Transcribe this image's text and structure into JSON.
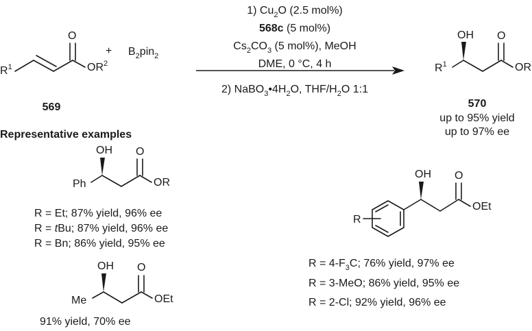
{
  "scheme": {
    "reactant": {
      "R1": "R",
      "R1_sup": "1",
      "R2": "OR",
      "R2_sup": "2",
      "carbonyl_O": "O",
      "number": "569"
    },
    "plus": "+",
    "reagent": {
      "main": "B",
      "sub1": "2",
      "mid": "pin",
      "sub2": "2"
    },
    "conditions": {
      "line1": {
        "prefix": "1) Cu",
        "sub": "2",
        "suffix": "O (2.5 mol%)"
      },
      "line2": {
        "bold": "568c",
        "suffix": " (5 mol%)"
      },
      "line3": {
        "a": "Cs",
        "sub1": "2",
        "b": "CO",
        "sub2": "3",
        "c": " (5 mol%), MeOH"
      },
      "line4": "DME, 0 °C, 4 h",
      "line5": {
        "a": "2) NaBO",
        "sub1": "3",
        "b": "•4H",
        "sub2": "2",
        "c": "O, THF/H",
        "sub3": "2",
        "d": "O 1:1"
      }
    },
    "product": {
      "OH": "OH",
      "R1": "R",
      "R1_sup": "1",
      "R2": "OR",
      "R2_sup": "2",
      "carbonyl_O": "O",
      "number": "570",
      "yield_note": "up to 95% yield",
      "ee_note": "up to 97% ee"
    }
  },
  "examples": {
    "heading": "Representative examples",
    "ex1": {
      "OH": "OH",
      "O": "O",
      "Ph": "Ph",
      "OR": "OR",
      "rows": [
        {
          "pre": "R = Et; 87% yield, 96% ee"
        },
        {
          "pre": "R = ",
          "ital": "t",
          "post": "Bu; 87% yield, 96% ee"
        },
        {
          "pre": "R = Bn; 86% yield, 95% ee"
        }
      ]
    },
    "ex2": {
      "OH": "OH",
      "O": "O",
      "Me": "Me",
      "OEt": "OEt",
      "result": "91% yield, 70% ee"
    },
    "ex3": {
      "OH": "OH",
      "O": "O",
      "R": "R",
      "OEt": "OEt",
      "rows": [
        {
          "a": "R = 4-F",
          "sub": "3",
          "b": "C; 76% yield, 97% ee"
        },
        {
          "a": "R = 3-MeO; 86% yield, 95% ee"
        },
        {
          "a": "R = 2-Cl; 92% yield, 96% ee"
        }
      ]
    }
  }
}
